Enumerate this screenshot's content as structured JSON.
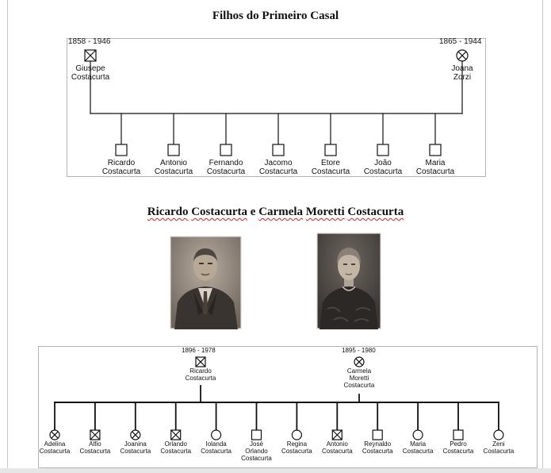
{
  "title_1": "Filhos do Primeiro Casal",
  "title_2": {
    "ricardo": "Ricardo",
    "costacurta_1": "Costacurta",
    "e": "e",
    "carmela": "Carmela",
    "moretti": "Moretti",
    "costacurta_2": "Costacurta"
  },
  "tree1": {
    "father": {
      "dates": "1858 - 1946",
      "first": "Giusepe",
      "last": "Costacurta",
      "symbol": "crossed-square"
    },
    "mother": {
      "dates": "1865 - 1944",
      "first": "Joana",
      "last": "Zorzi",
      "symbol": "crossed-circle"
    },
    "children": [
      {
        "first": "Ricardo",
        "last": "Costacurta",
        "symbol": "square"
      },
      {
        "first": "Antonio",
        "last": "Costacurta",
        "symbol": "square"
      },
      {
        "first": "Fernando",
        "last": "Costacurta",
        "symbol": "square"
      },
      {
        "first": "Jacomo",
        "last": "Costacurta",
        "symbol": "square"
      },
      {
        "first": "Etore",
        "last": "Costacurta",
        "symbol": "square"
      },
      {
        "first": "João",
        "last": "Costacurta",
        "symbol": "square"
      },
      {
        "first": "Maria",
        "last": "Costacurta",
        "symbol": "square"
      }
    ]
  },
  "tree2": {
    "father": {
      "dates": "1896 - 1978",
      "first": "Ricardo",
      "last": "Costacurta",
      "symbol": "crossed-square"
    },
    "mother": {
      "dates": "1895 - 1980",
      "first": "Carmela",
      "middle": "Moretti",
      "last": "Costacurta",
      "symbol": "crossed-circle"
    },
    "children": [
      {
        "first": "Adelina",
        "last": "Costacurta",
        "symbol": "crossed-circle"
      },
      {
        "first": "Alfio",
        "last": "Costacurta",
        "symbol": "crossed-square"
      },
      {
        "first": "Joanina",
        "last": "Costacurta",
        "symbol": "crossed-circle"
      },
      {
        "first": "Orlando",
        "last": "Costacurta",
        "symbol": "crossed-square"
      },
      {
        "first": "Iolanda",
        "last": "Costacurta",
        "symbol": "circle"
      },
      {
        "first": "José",
        "middle": "Orlando",
        "last": "Costacurta",
        "symbol": "square"
      },
      {
        "first": "Regina",
        "last": "Costacurta",
        "symbol": "circle"
      },
      {
        "first": "Antonio",
        "last": "Costacurta",
        "symbol": "crossed-square"
      },
      {
        "first": "Reynaldo",
        "last": "Costacurta",
        "symbol": "square"
      },
      {
        "first": "Maria",
        "last": "Costacurta",
        "symbol": "circle"
      },
      {
        "first": "Pedro",
        "last": "Costacurta",
        "symbol": "square"
      },
      {
        "first": "Zeni",
        "last": "Costacurta",
        "symbol": "circle"
      }
    ]
  },
  "colors": {
    "line": "#111111",
    "frame": "#b4b4b4",
    "spellcheck": "#d02020",
    "photo_sepia": "#8a7e72"
  }
}
